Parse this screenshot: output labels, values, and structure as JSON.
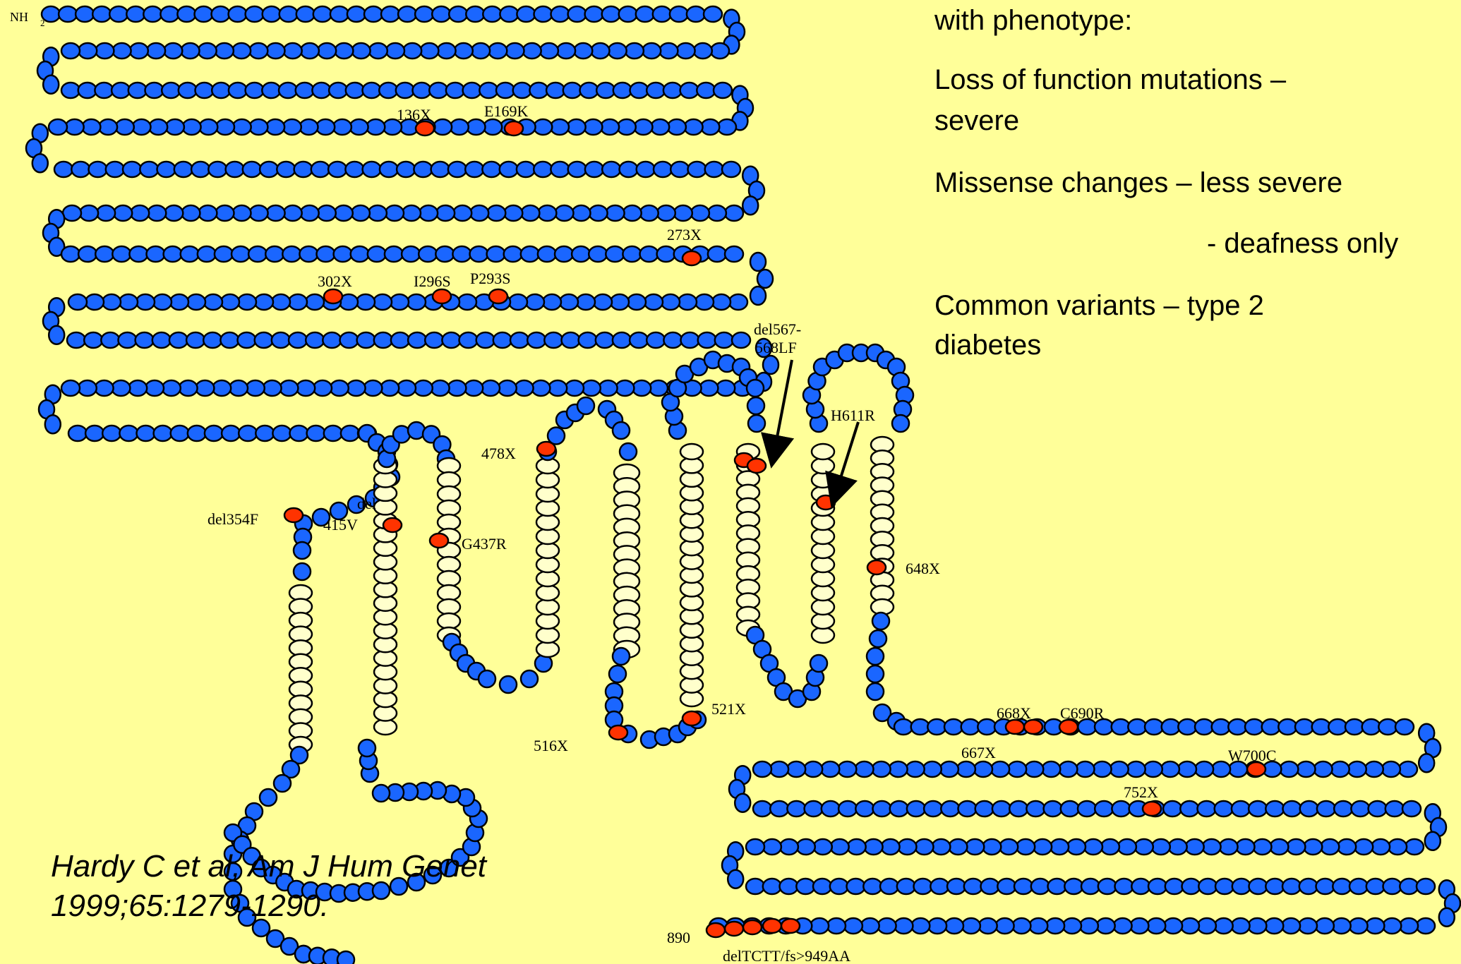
{
  "terminus_label": "NH",
  "terminus_subscript": "2",
  "side_text": {
    "line1": "with phenotype:",
    "line2a": "Loss of function mutations –",
    "line2b": "severe",
    "line3": "Missense changes – less severe",
    "line4": "- deafness only",
    "line5a": "Common variants – type 2",
    "line5b": "diabetes"
  },
  "citation": {
    "line1": "Hardy C et al, Am J Hum Genet",
    "line2": "1999;65:1279-1290."
  },
  "mutations": {
    "m136x": "136X",
    "e169k": "E169K",
    "m273x": "273X",
    "m302x": "302X",
    "i296s": "I296S",
    "p293s": "P293S",
    "del354f": "del354F",
    "del415v_a": "del",
    "del415v_b": "415V",
    "g437r": "G437R",
    "m478x": "478X",
    "del567_a": "del567-",
    "del567_b": "568LF",
    "h611r": "H611R",
    "m648x": "648X",
    "m521x": "521X",
    "m516x": "516X",
    "m668x": "668X",
    "c690r": "C690R",
    "m667x": "667X",
    "w700c": "W700C",
    "m752x": "752X",
    "m890": "890",
    "deltct": "delTCTT/fs>949AA"
  },
  "colors": {
    "background": "#ffff99",
    "cytoplasmic_residue": "#1a66ff",
    "transmembrane_residue": "#ffffcc",
    "mutation_residue": "#ff3300",
    "outline": "#000000"
  }
}
